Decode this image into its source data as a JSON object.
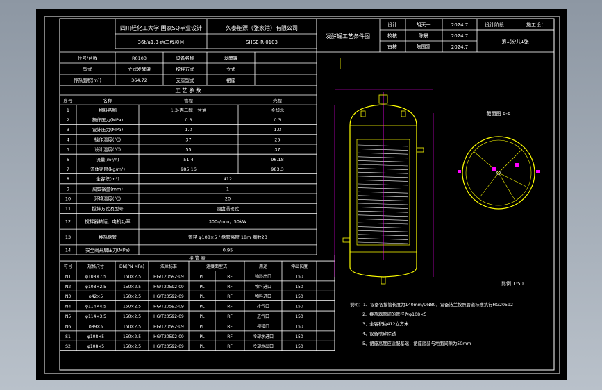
{
  "title_block": {
    "school": "四川轻化工大学 国家SQ毕业设计",
    "company": "久泰能源（张家港）有限公司",
    "drawing_title": "发酵罐工艺条件图",
    "project_code": "SHSE-R-0103",
    "subtitle": "36t/a1,3-丙二醇项目",
    "rows": [
      {
        "role": "设计",
        "name": "胡天一",
        "date": "2024.7"
      },
      {
        "role": "校核",
        "name": "陈晨",
        "date": "2024.7"
      },
      {
        "role": "审核",
        "name": "陈国富",
        "date": "2024.7"
      }
    ],
    "stage_label": "设计阶段",
    "stage_value": "施工设计",
    "sheet_label": "第1张/共1张"
  },
  "equipment": {
    "rows": [
      [
        "位号/台数",
        "R0103",
        "设备名称",
        "发酵罐"
      ],
      [
        "型式",
        "立式发酵罐",
        "搅拌方式",
        "立式"
      ],
      [
        "传热面积(m²)",
        "364.72",
        "支座型式",
        "裙座"
      ]
    ]
  },
  "process_params": {
    "heading": "工 艺 参 数",
    "columns": [
      "序号",
      "名称",
      "管程",
      "壳程"
    ],
    "rows": [
      [
        "1",
        "物料名称",
        "1,3-丙二醇，甘油",
        "冷却水"
      ],
      [
        "2",
        "操作压力(MPa)",
        "0.3",
        "0.3"
      ],
      [
        "3",
        "设计压力(MPa)",
        "1.0",
        "1.0"
      ],
      [
        "4",
        "操作温度(℃)",
        "37",
        "25"
      ],
      [
        "5",
        "设计温度(℃)",
        "55",
        "37"
      ],
      [
        "6",
        "流量(m³/h)",
        "51.4",
        "96.18"
      ],
      [
        "7",
        "流体密度(kg/m³)",
        "985.16",
        "983.3"
      ],
      [
        "8",
        "全容积(m³)",
        "412",
        ""
      ],
      [
        "9",
        "腐蚀裕量(mm)",
        "1",
        ""
      ],
      [
        "10",
        "环境温度(℃)",
        "20",
        ""
      ],
      [
        "11",
        "搅拌方式及型号",
        "圆盘涡轮式",
        ""
      ],
      [
        "12",
        "搅拌器转速、电机功率",
        "300r/min，50kW",
        ""
      ],
      [
        "13",
        "换热盘管",
        "管径 φ108×5 / 盘管高度 18m 圈数23",
        ""
      ],
      [
        "14",
        "安全阀开启压力(MPa)",
        "0.95",
        ""
      ]
    ]
  },
  "nozzles": {
    "heading": "接 管 表",
    "columns": [
      "符号",
      "规格尺寸",
      "DN(PN MPa)",
      "法兰标准",
      "连接面型式",
      "用途",
      "伸出长度"
    ],
    "rows": [
      [
        "N1",
        "φ108×7.5",
        "150×2.5",
        "HG/T20592-09",
        "PL",
        "RF",
        "物料出口",
        "150"
      ],
      [
        "N2",
        "φ108×2.5",
        "150×2.5",
        "HG/T20592-09",
        "PL",
        "RF",
        "物料进口",
        "150"
      ],
      [
        "N3",
        "φ42×5",
        "150×2.5",
        "HG/T20592-09",
        "PL",
        "RF",
        "物料进口",
        "150"
      ],
      [
        "N4",
        "φ114×4.5",
        "150×2.5",
        "HG/T20592-09",
        "PL",
        "RF",
        "排气口",
        "150"
      ],
      [
        "N5",
        "φ114×3.5",
        "150×2.5",
        "HG/T20592-09",
        "PL",
        "RF",
        "进气口",
        "150"
      ],
      [
        "N6",
        "φ89×5",
        "150×2.5",
        "HG/T20592-09",
        "PL",
        "RF",
        "视镜口",
        "150"
      ],
      [
        "S1",
        "φ108×5",
        "150×2.5",
        "HG/T20592-09",
        "PL",
        "RF",
        "冷却水进口",
        "150"
      ],
      [
        "S2",
        "φ108×5",
        "150×2.5",
        "HG/T20592-09",
        "PL",
        "RF",
        "冷却水出口",
        "150"
      ]
    ]
  },
  "notes": [
    "说明：1、设备各接管长度为140mm/DN80，设备法兰按照管道标准执行HG20592",
    "2、换热器管间的管径为φ108×5",
    "3、全容积约412立方米",
    "4、设备喷砂除锈",
    "5、裙座高度应适配基础，裙座底部与地面间隙为50mm"
  ],
  "section_view_label": "截面图 A-A",
  "scale_label": "比例 1:50",
  "accent_colors": {
    "line": "#ffffff",
    "vessel": "#ffff00",
    "dim": "#ff00ff",
    "inner": "#00ffff"
  }
}
